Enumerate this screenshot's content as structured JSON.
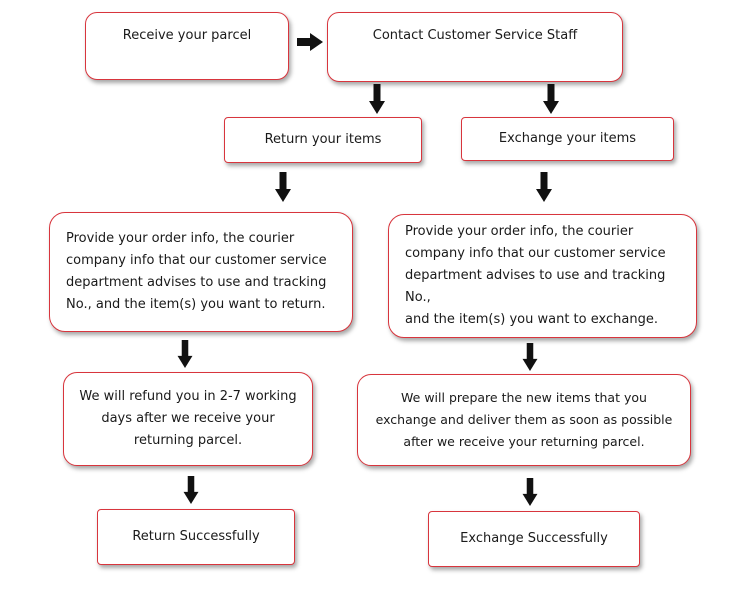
{
  "flowchart": {
    "receive": "Receive your parcel",
    "contact": "Contact Customer Service Staff",
    "return_items": "Return your items",
    "exchange_items": "Exchange your items",
    "return_info": {
      "line1": "Provide your order info, the courier",
      "line2": "company info that our customer service",
      "line3": "department advises to use and tracking",
      "line4": "No., and the item(s) you want to return."
    },
    "exchange_info": {
      "line1": "Provide your order info, the courier",
      "line2": "company info that our customer service",
      "line3": "department advises to use and tracking No.,",
      "line4": "and the item(s) you want to exchange."
    },
    "refund": {
      "line1": "We will refund you in 2-7 working",
      "line2": "days after we receive your",
      "line3": "returning parcel."
    },
    "prepare": {
      "line1": "We will prepare the new items that you",
      "line2": "exchange  and deliver them as soon as possible",
      "line3": "after we receive your returning parcel."
    },
    "return_success": "Return Successfully",
    "exchange_success": "Exchange Successfully"
  },
  "colors": {
    "border": "#d8353d",
    "arrow": "#111111"
  }
}
